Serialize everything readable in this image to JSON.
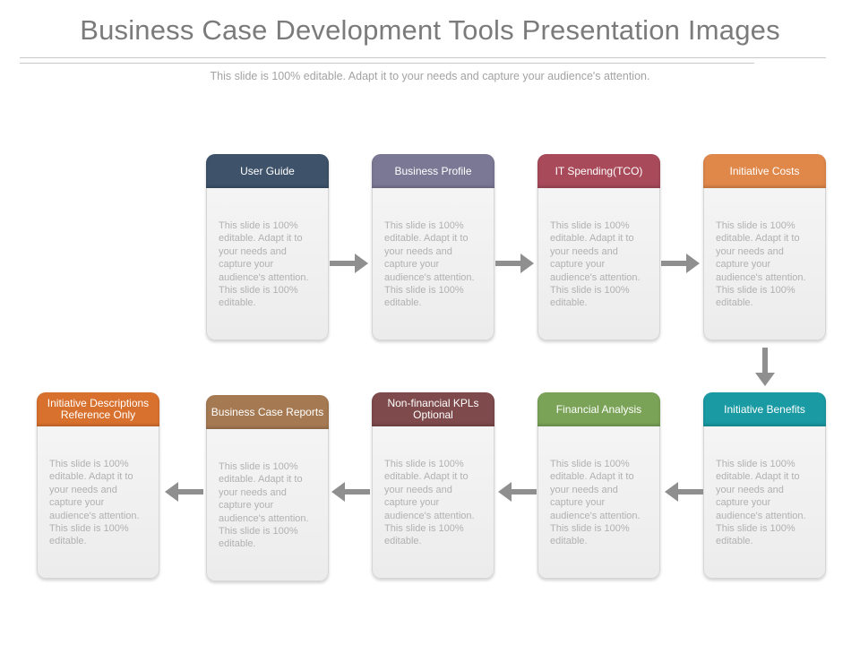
{
  "title": "Business Case Development Tools Presentation Images",
  "subtitle": "This slide is 100% editable. Adapt it to your needs and capture your audience's attention.",
  "body_text": "This slide is 100% editable. Adapt it to your needs and capture your audience's attention. This slide is 100% editable.",
  "colors": {
    "user_guide": "#3e5269",
    "business_profile": "#7b7895",
    "it_spending": "#a84a5a",
    "initiative_costs": "#e0884a",
    "initiative_benefits": "#1a9aa3",
    "financial_analysis": "#7aa357",
    "non_financial": "#7e4a4c",
    "business_case_reports": "#a57a52",
    "initiative_descriptions": "#d9712e",
    "arrow": "#8f8f8f"
  },
  "steps": [
    {
      "label": "User Guide"
    },
    {
      "label": "Business Profile"
    },
    {
      "label": "IT Spending(TCO)"
    },
    {
      "label": "Initiative Costs"
    },
    {
      "label": "Initiative Benefits"
    },
    {
      "label": "Financial Analysis"
    },
    {
      "label": "Non-financial KPLs Optional"
    },
    {
      "label": "Business Case Reports"
    },
    {
      "label": "Initiative Descriptions Reference Only"
    }
  ]
}
